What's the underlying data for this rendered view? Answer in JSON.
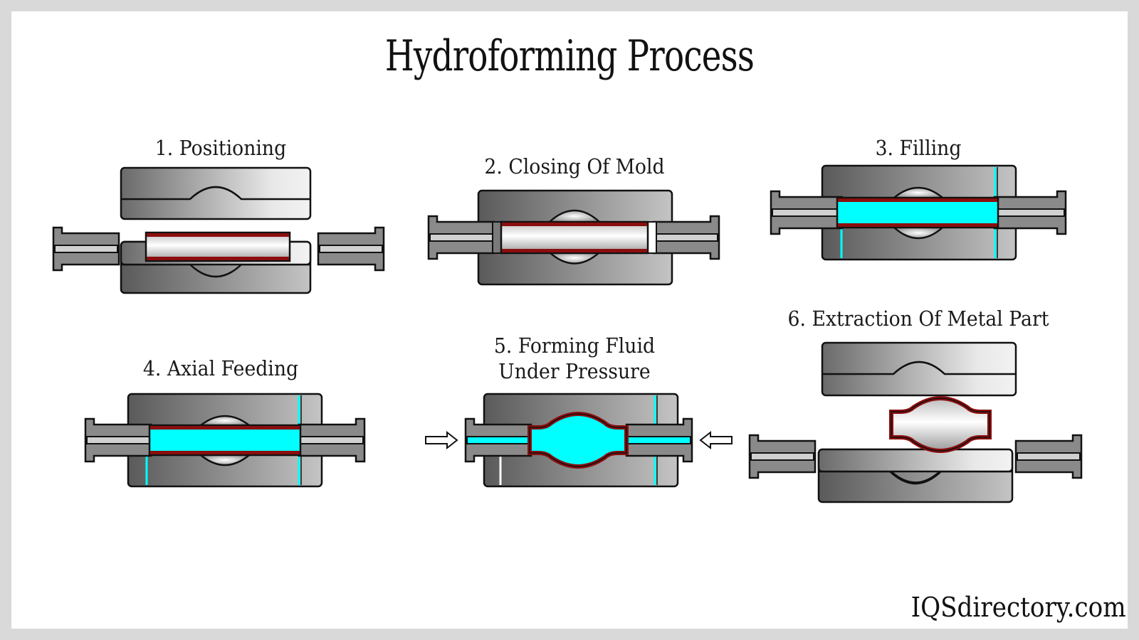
{
  "title": "Hydroforming Process",
  "steps": [
    {
      "number": 1,
      "label": "1. Positioning",
      "state": "open-mold-empty-tube"
    },
    {
      "number": 2,
      "label": "2. Closing Of Mold",
      "state": "closed-mold-empty-tube"
    },
    {
      "number": 3,
      "label": "3. Filling",
      "state": "closed-mold-filled-fluid"
    },
    {
      "number": 4,
      "label": "4. Axial Feeding",
      "state": "closed-mold-filled-fluid"
    },
    {
      "number": 5,
      "label_line1": "5. Forming Fluid",
      "label_line2": "Under Pressure",
      "state": "expanded-tube-pressurized"
    },
    {
      "number": 6,
      "label": "6. Extraction Of Metal Part",
      "state": "open-mold-formed-part"
    }
  ],
  "watermark": "IQSdirectory.com",
  "colors": {
    "fluid": "#00ffff",
    "tube_wall": "#8b0e0e",
    "outline": "#111111",
    "die_dark": "#5e5e5e",
    "die_light": "#c8c8c8",
    "background": "#ffffff",
    "frame": "#d9d9d9"
  },
  "icons": {
    "pressure_arrow_left": "arrow-right-outline",
    "pressure_arrow_right": "arrow-left-outline"
  }
}
